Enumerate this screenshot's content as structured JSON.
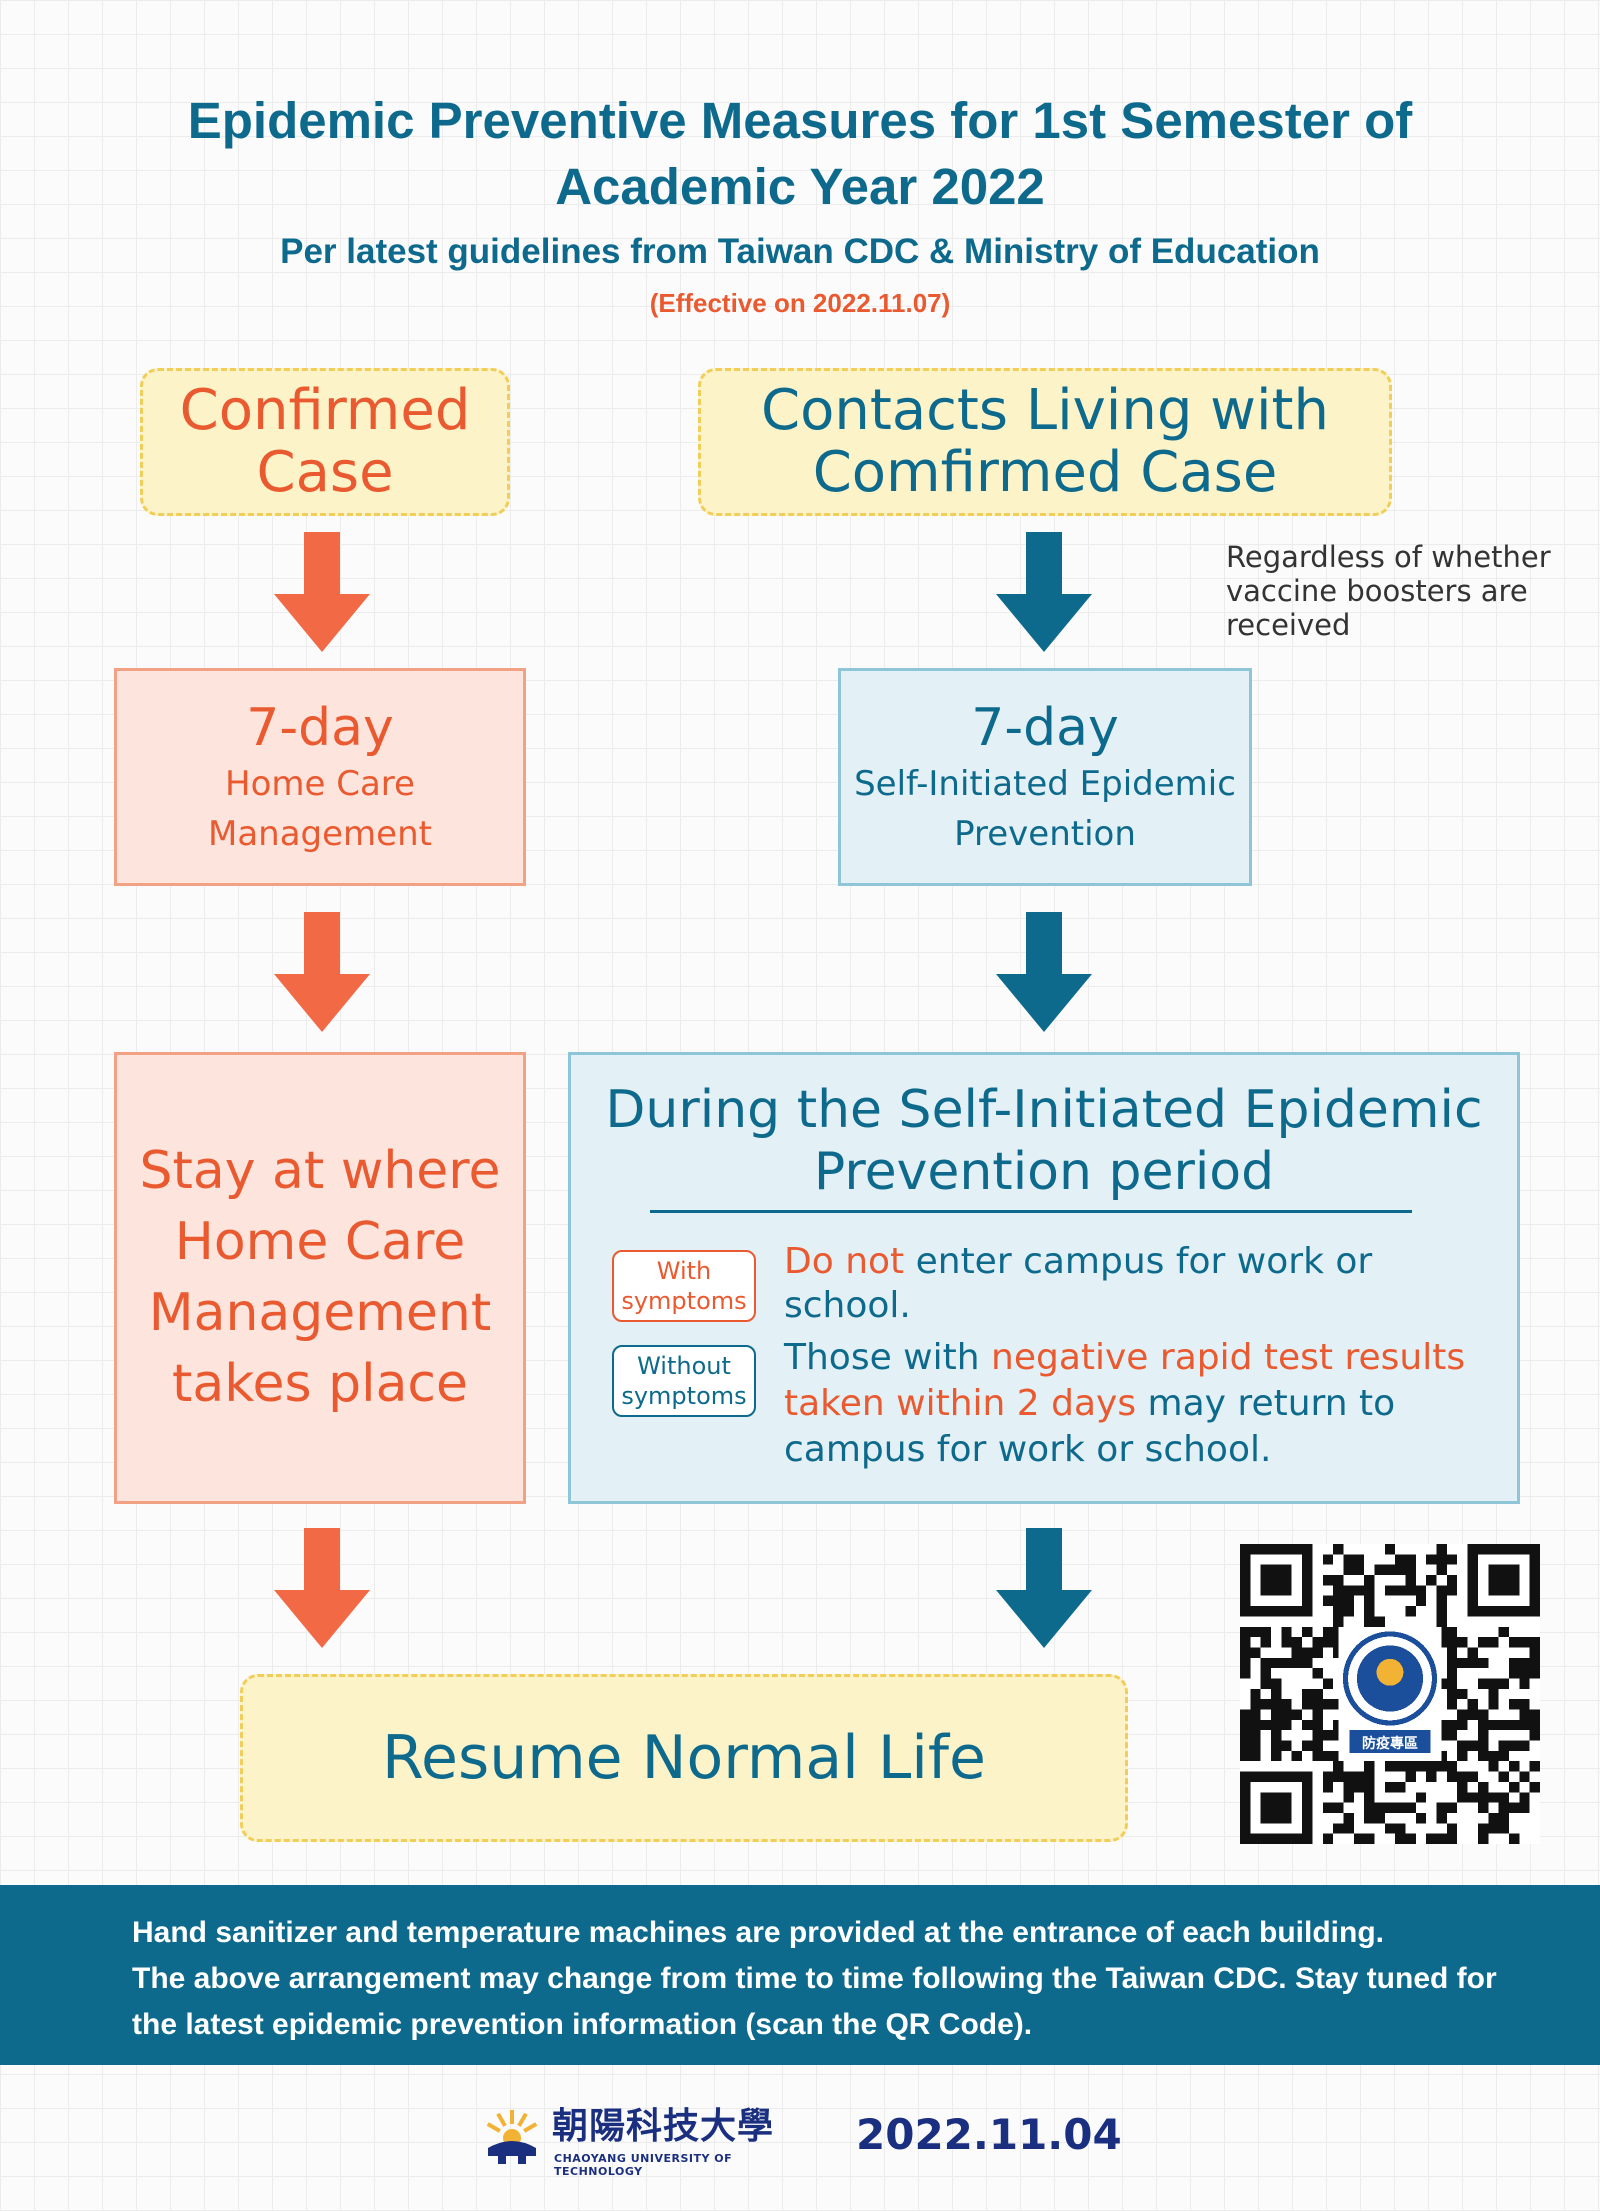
{
  "header": {
    "title": "Epidemic Preventive Measures for 1st Semester of Academic Year 2022",
    "subtitle": "Per latest guidelines from Taiwan CDC & Ministry of Education",
    "effective": "(Effective on 2022.11.07)"
  },
  "left_column": {
    "heading": "Confirmed Case",
    "step1_days": "7-day",
    "step1_label": "Home Care Management",
    "step2": "Stay at where Home Care Management takes place"
  },
  "right_column": {
    "heading": "Contacts Living with Comfirmed Case",
    "note": "Regardless of whether vaccine boosters are received",
    "step1_days": "7-day",
    "step1_label": "Self-Initiated Epidemic Prevention",
    "period_heading": "During the Self-Initiated Epidemic Prevention period",
    "with_symptoms": {
      "tag": "With symptoms",
      "highlight": "Do not",
      "text": " enter campus for work or school."
    },
    "without_symptoms": {
      "tag": "Without symptoms",
      "text_before": "Those with ",
      "highlight": "negative rapid test results taken within 2 days",
      "text_after": " may return to campus for work or school."
    }
  },
  "outcome": "Resume Normal Life",
  "qr": {
    "badge_text": "防疫專區",
    "icon": "qr-code-icon"
  },
  "footer": {
    "line1": "Hand sanitizer and temperature machines are provided at the entrance of each building.",
    "line2": "The above arrangement may change from time to time following the Taiwan CDC. Stay tuned for the latest epidemic prevention information (scan the QR Code)."
  },
  "logo": {
    "name_zh": "朝陽科技大學",
    "name_en": "CHAOYANG UNIVERSITY OF TECHNOLOGY"
  },
  "date": "2022.11.04",
  "colors": {
    "teal": "#0e6a8c",
    "orange": "#ea5a30",
    "yellow_box": "#fdf3c9",
    "orange_box": "#fde4dc",
    "blue_box": "#e3f0f5",
    "arrow_orange": "#f26a45",
    "navy": "#1b2f80"
  }
}
